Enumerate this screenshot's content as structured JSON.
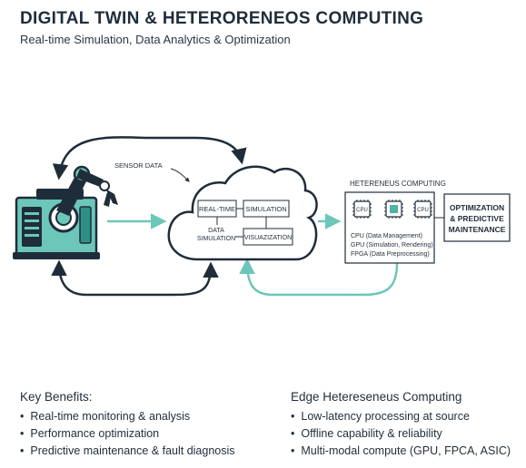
{
  "title": "DIGITAL TWIN & HETERORENEOS COMPUTING",
  "subtitle": "Real-time Simulation, Data Analytics & Optimization",
  "diagram": {
    "sensor_label": "SENSOR DATA",
    "cloud": {
      "real_time": "REAL-TIME",
      "simulation": "SIMULATION",
      "data_simulation_line1": "DATA",
      "data_simulation_line2": "SIMULATION",
      "visualization": "VISUAZIZATION"
    },
    "hetero": {
      "title": "HETERENEUS COMPUTING",
      "chip_cpu": "CPU",
      "chip_cpu2": "CPU",
      "line1": "CPU (Data Management)",
      "line2": "GPU (Simulation, Rendering)",
      "line3": "FPGA (Data Preprocessing)"
    },
    "optimization_line1": "OPTIMIZATION",
    "optimization_line2": "& PREDICTIVE",
    "optimization_line3": "MAINTENANCE"
  },
  "key_benefits": {
    "heading": "Key Benefits:",
    "items": [
      "Real-time monitoring & analysis",
      "Performance optimization",
      "Predictive maintenance & fault diagnosis"
    ]
  },
  "edge": {
    "heading": "Edge Hetereseneus Computing",
    "items": [
      "Low-latency processing at source",
      "Offline capability & reliability",
      "Multi-modal compute (GPU, FPCA, ASIC)"
    ]
  },
  "colors": {
    "navy": "#1f2d3a",
    "teal": "#6cc7b8",
    "teal_dark": "#2f8f86",
    "chip_teal": "#4fb3a5"
  }
}
